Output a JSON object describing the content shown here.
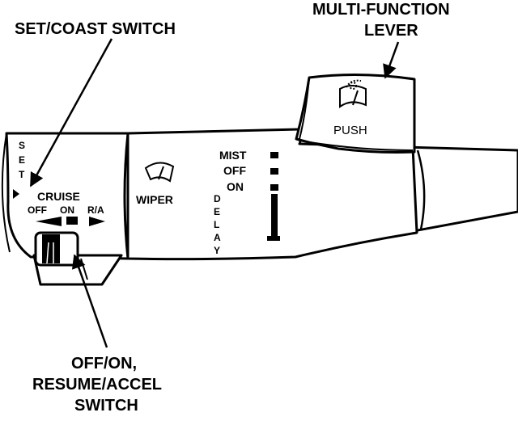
{
  "callouts": {
    "set_coast": "SET/COAST SWITCH",
    "multi_function_line1": "MULTI-FUNCTION",
    "multi_function_line2": "LEVER",
    "off_on_line1": "OFF/ON,",
    "off_on_line2": "RESUME/ACCEL",
    "off_on_line3": "SWITCH"
  },
  "lever_markings": {
    "set_letters": [
      "S",
      "E",
      "T"
    ],
    "cruise": "CRUISE",
    "cruise_off": "OFF",
    "cruise_on": "ON",
    "cruise_ra": "R/A",
    "wiper": "WIPER",
    "mist": "MIST",
    "off": "OFF",
    "on": "ON",
    "delay_letters": [
      "D",
      "E",
      "L",
      "A",
      "Y"
    ],
    "push": "PUSH"
  },
  "icons": [
    "wiper-icon",
    "wiper-icon"
  ],
  "colors": {
    "ink": "#000000",
    "paper": "#ffffff"
  }
}
